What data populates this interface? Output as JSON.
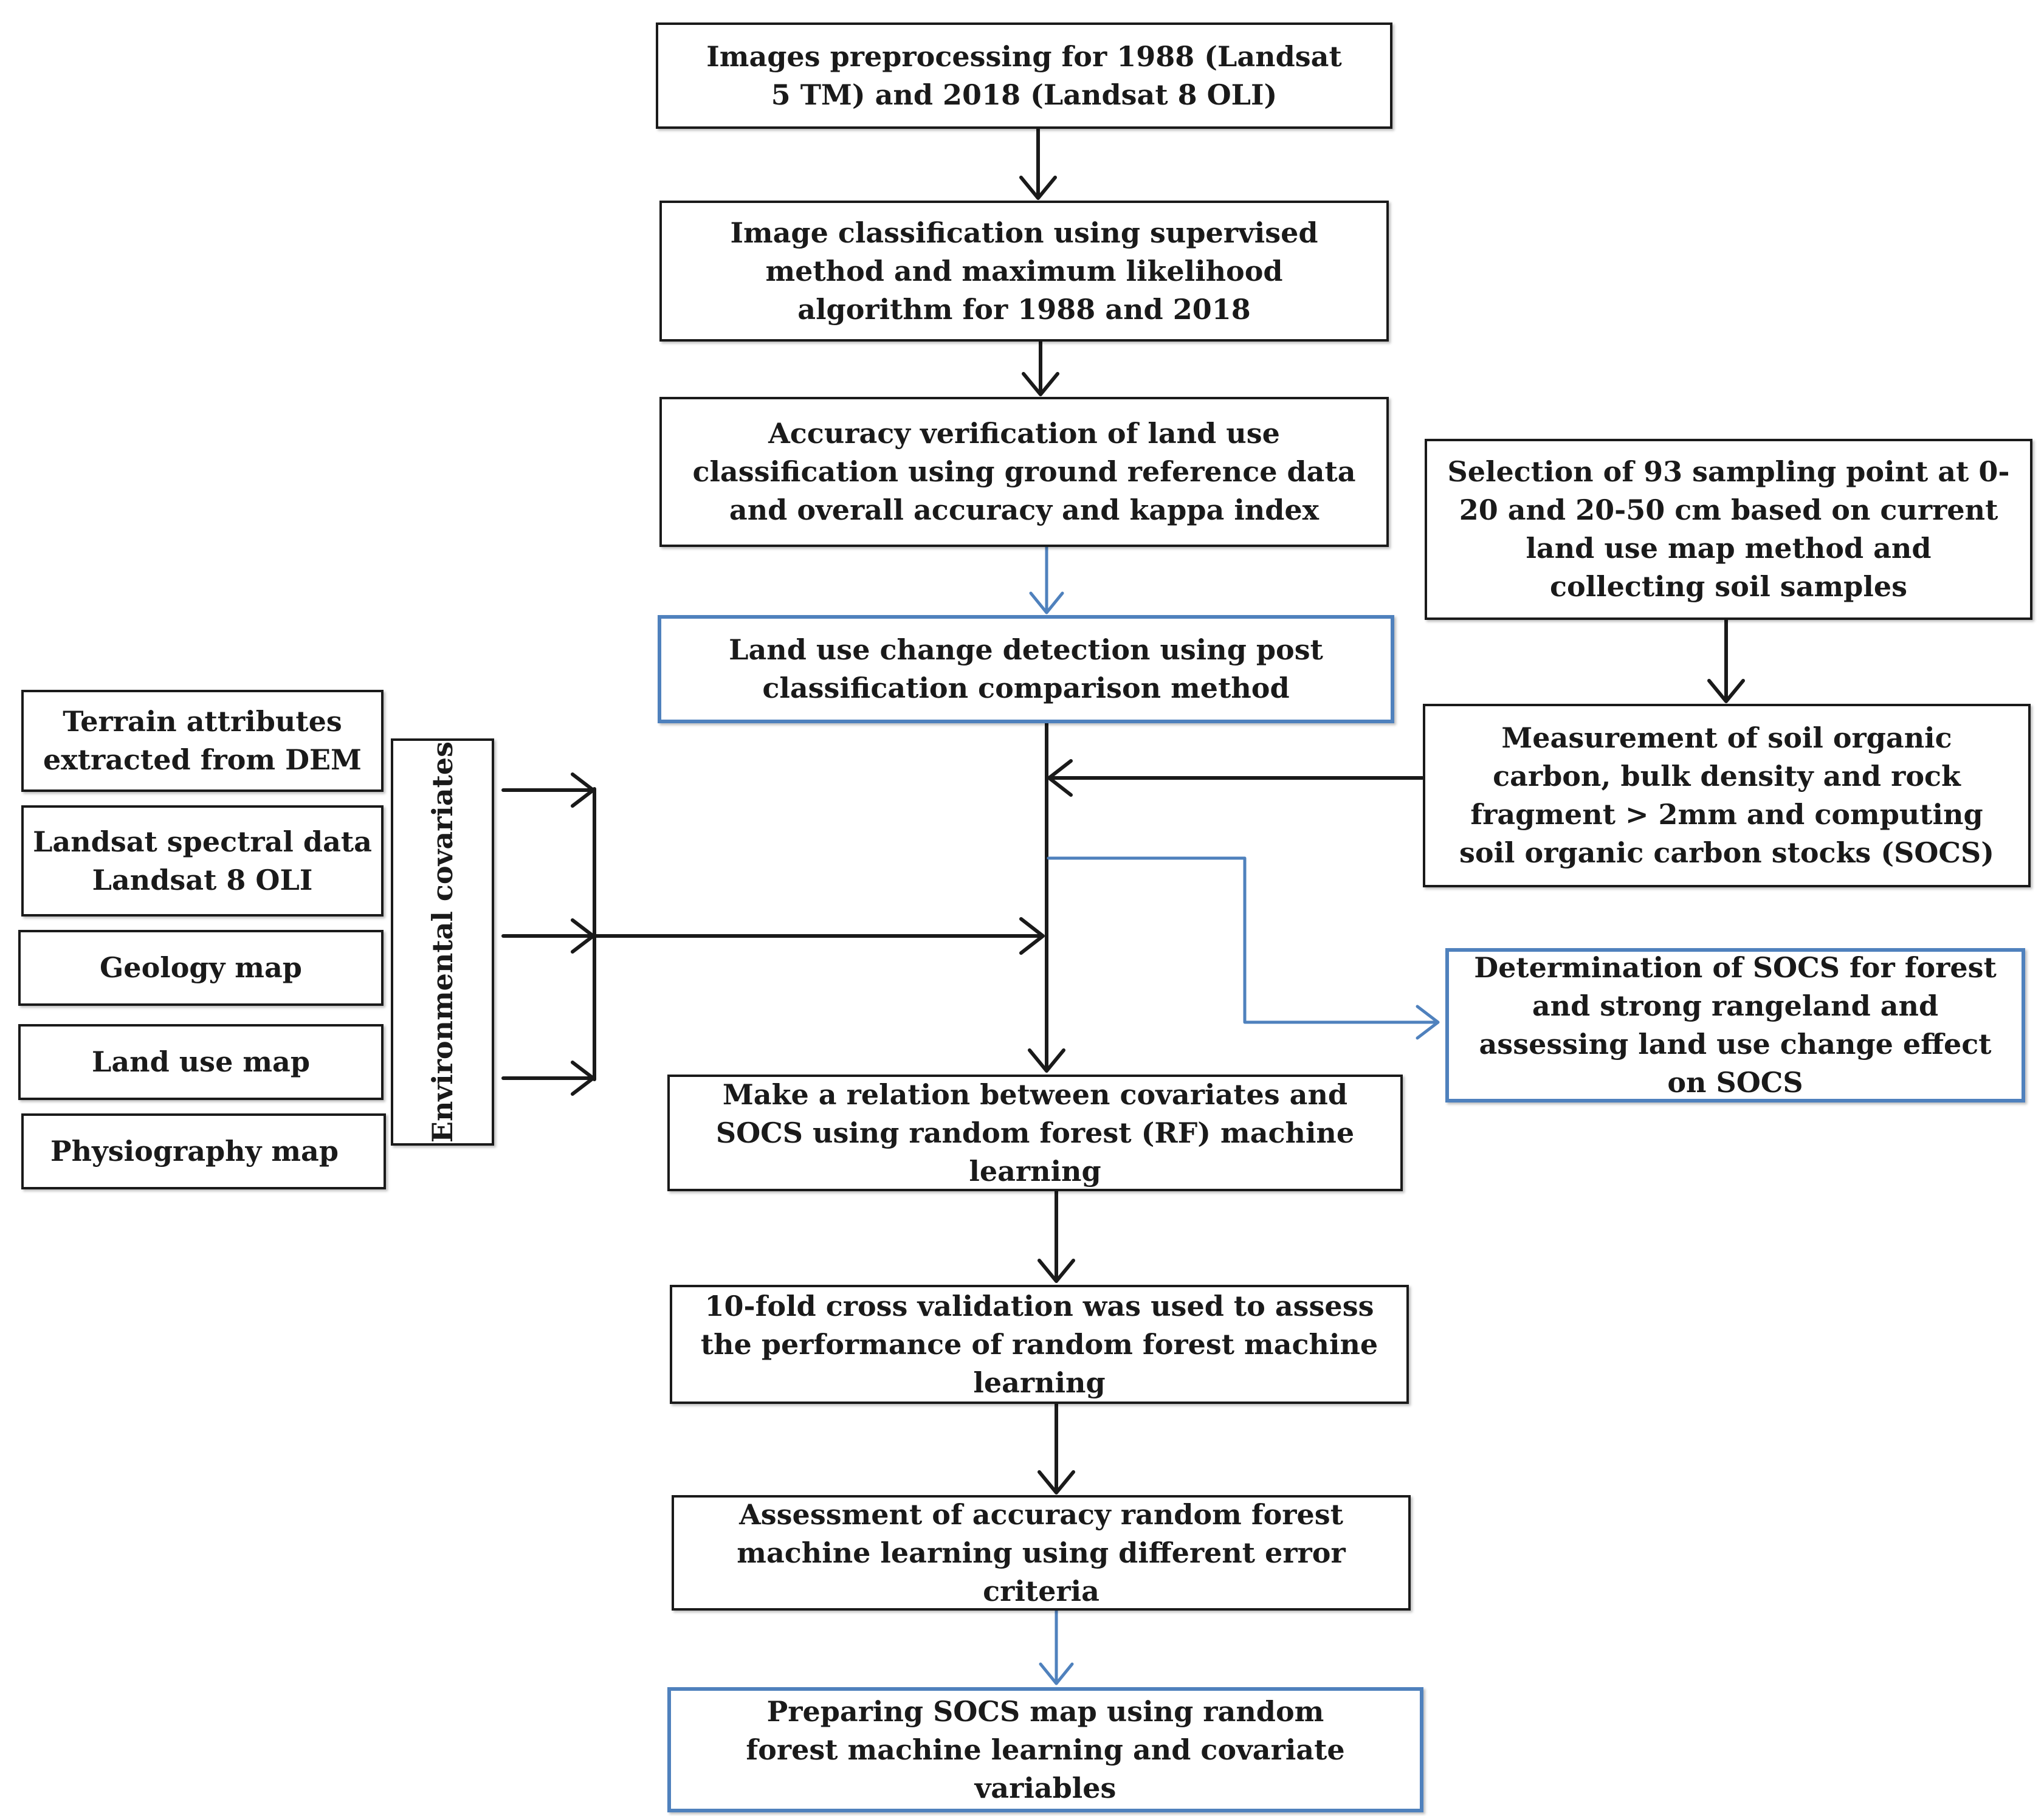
{
  "steps": {
    "preprocessing": "Images preprocessing for 1988 (Landsat 5 TM) and 2018 (Landsat 8 OLI)",
    "classification": "Image classification using supervised method and maximum likelihood algorithm for 1988 and 2018",
    "accuracy_verification": "Accuracy verification of land use classification using ground reference data and overall accuracy and kappa index",
    "change_detection": "Land use change detection using post classification comparison method",
    "sampling": "Selection of 93 sampling point at 0-20 and 20-50 cm based on current land use map method and collecting soil samples",
    "measurement": "Measurement of soil organic carbon, bulk density and rock fragment > 2mm and computing soil organic carbon stocks (SOCS)",
    "determination": "Determination of SOCS for forest and strong rangeland and assessing land use change effect on SOCS",
    "relation": "Make a relation between covariates and SOCS using random forest (RF) machine learning",
    "cross_validation": "10-fold cross validation was used to assess the performance of random forest machine learning",
    "assessment": "Assessment of accuracy random forest machine learning using different error criteria",
    "map": "Preparing SOCS map using random forest machine learning and covariate variables"
  },
  "covariates": {
    "group_label": "Environmental covariates",
    "items": [
      "Terrain attributes extracted from DEM",
      "Landsat spectral data Landsat 8 OLI",
      "Geology map",
      "Land use map",
      "Physiography map"
    ]
  },
  "colors": {
    "line": "#1a1a1a",
    "accent": "#4f81bd"
  }
}
